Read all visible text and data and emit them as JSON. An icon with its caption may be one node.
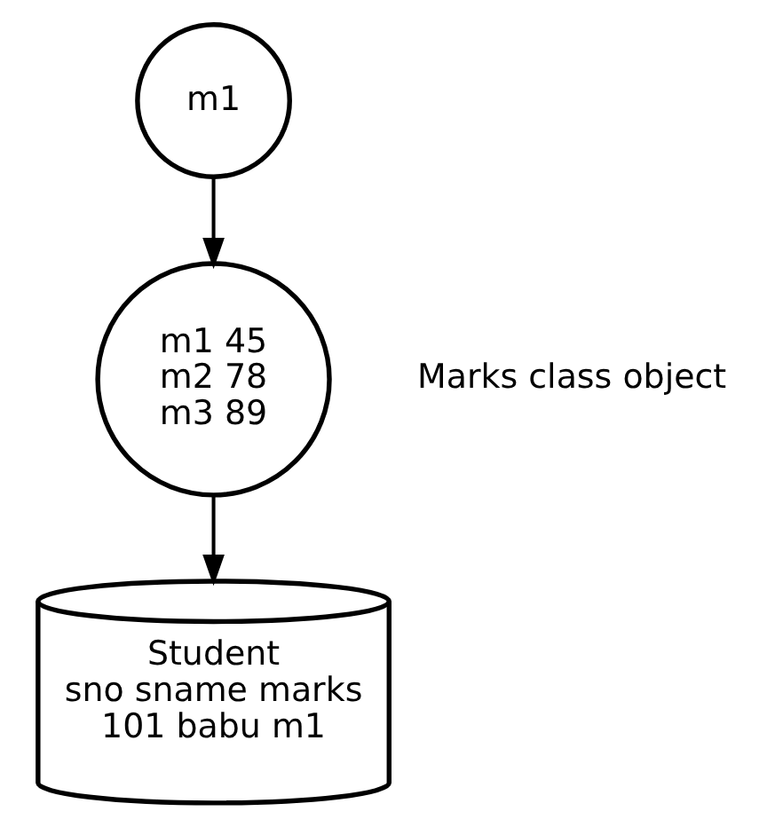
{
  "diagram": {
    "nodes": [
      {
        "text": [
          "m1"
        ]
      },
      {
        "text": [
          "m1 45",
          "m2 78",
          "m3 89"
        ],
        "beside": [
          "Marks class object"
        ]
      },
      {
        "text": [
          "Student",
          "sno sname marks",
          "101 babu m1"
        ]
      }
    ],
    "edges": [
      {
        "from": 0,
        "to": 1,
        "arrow": "to"
      },
      {
        "from": 1,
        "to": 2,
        "arrow": "to"
      }
    ]
  }
}
